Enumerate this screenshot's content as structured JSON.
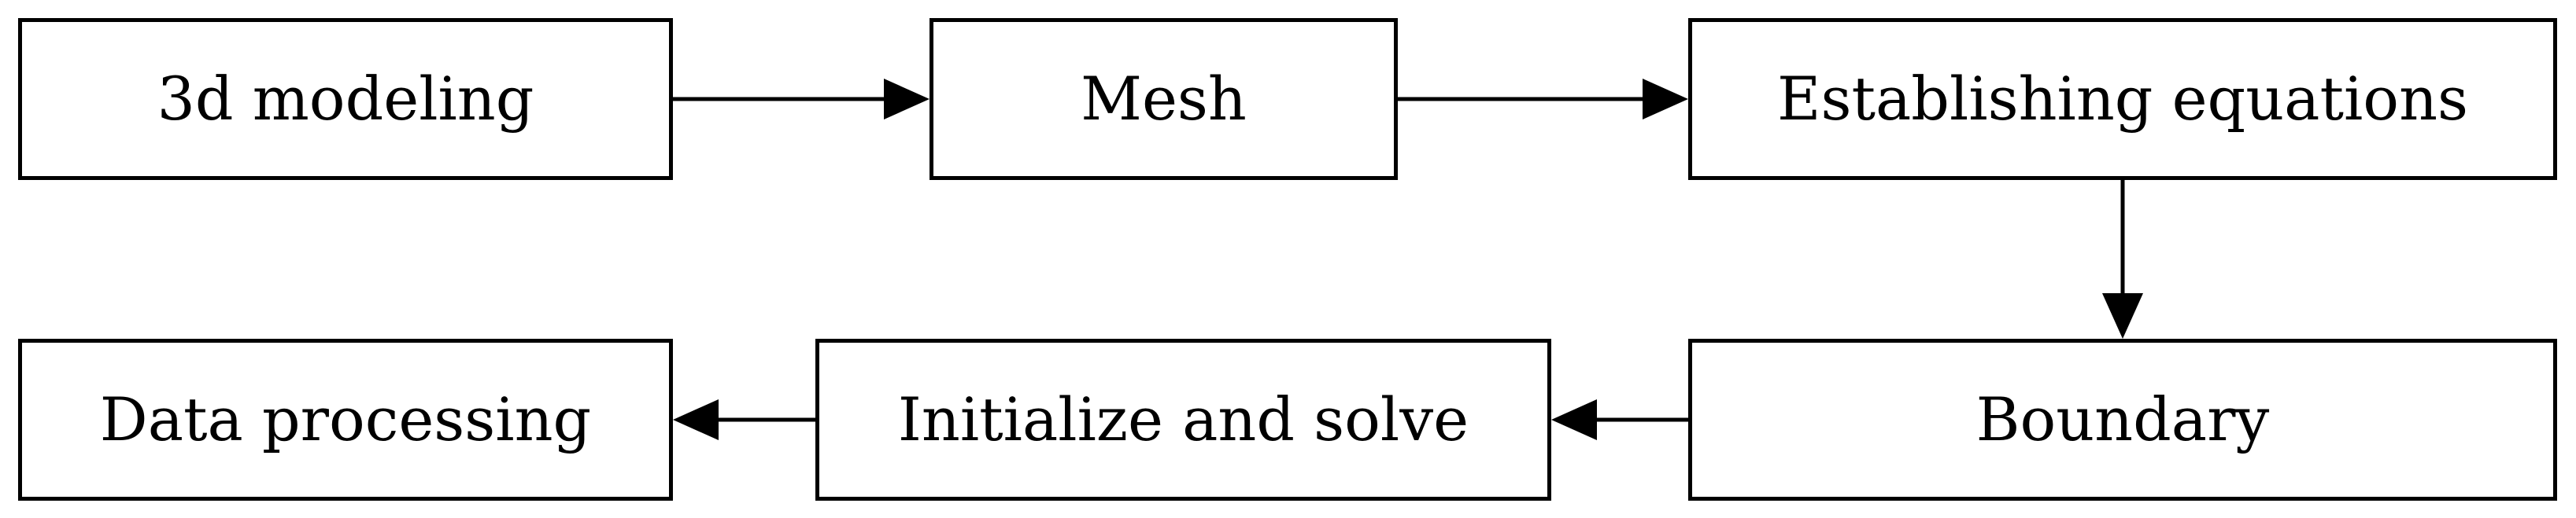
{
  "diagram": {
    "nodes": [
      {
        "id": "n1",
        "label": "3d modeling"
      },
      {
        "id": "n2",
        "label": "Mesh"
      },
      {
        "id": "n3",
        "label": "Establishing equations"
      },
      {
        "id": "n4",
        "label": "Boundary"
      },
      {
        "id": "n5",
        "label": "Initialize and solve"
      },
      {
        "id": "n6",
        "label": "Data processing"
      }
    ],
    "edges": [
      {
        "from": "n1",
        "to": "n2"
      },
      {
        "from": "n2",
        "to": "n3"
      },
      {
        "from": "n3",
        "to": "n4"
      },
      {
        "from": "n4",
        "to": "n5"
      },
      {
        "from": "n5",
        "to": "n6"
      }
    ],
    "colors": {
      "stroke": "#000000",
      "background": "#ffffff"
    }
  }
}
